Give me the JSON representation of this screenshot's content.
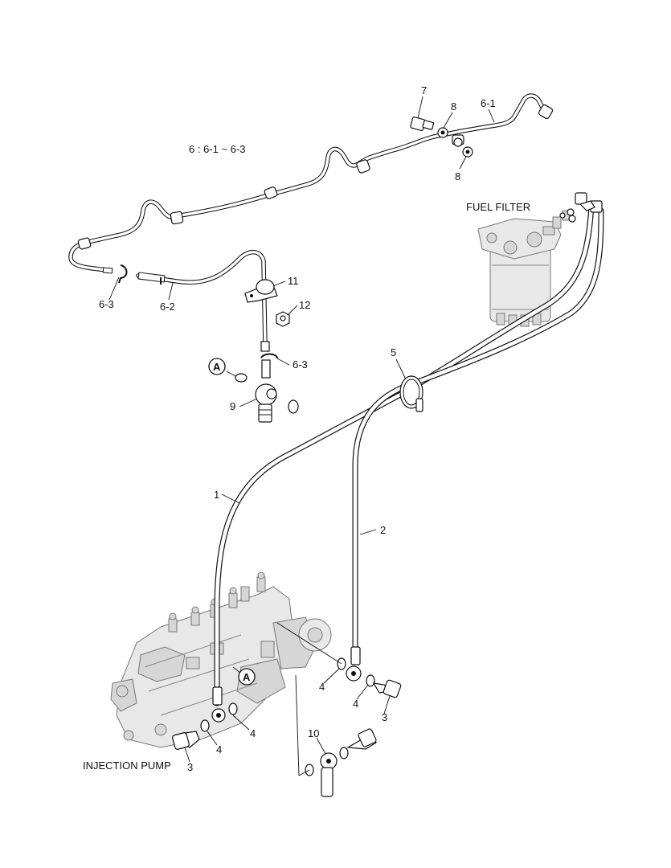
{
  "labels": {
    "fuel_filter": "FUEL FILTER",
    "injection_pump": "INJECTION PUMP",
    "pipe_group": "6  : 6-1 ~ 6-3",
    "ref_a": "A"
  },
  "callouts": {
    "p1": "1",
    "p2": "2",
    "p3a": "3",
    "p3b": "3",
    "p4a": "4",
    "p4b": "4",
    "p4c": "4",
    "p4d": "4",
    "p5": "5",
    "p61": "6-1",
    "p62": "6-2",
    "p63a": "6-3",
    "p63b": "6-3",
    "p7": "7",
    "p8a": "8",
    "p8b": "8",
    "p9": "9",
    "p10": "10",
    "p11": "11",
    "p12": "12"
  }
}
